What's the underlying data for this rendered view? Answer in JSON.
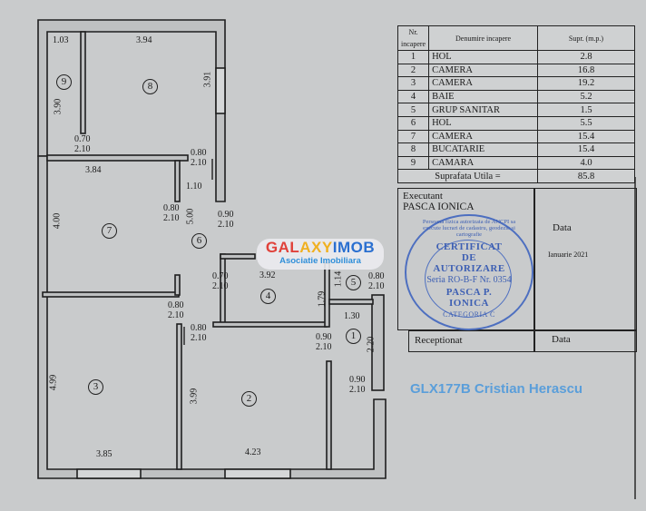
{
  "plan": {
    "rooms": [
      {
        "number": "1"
      },
      {
        "number": "2"
      },
      {
        "number": "3"
      },
      {
        "number": "4"
      },
      {
        "number": "5"
      },
      {
        "number": "6"
      },
      {
        "number": "7"
      },
      {
        "number": "8"
      },
      {
        "number": "9"
      }
    ],
    "dims": {
      "r9_width": "1.03",
      "r9_height": "3.90",
      "r8_width": "3.94",
      "r8_height": "3.91",
      "door_9": [
        "0.70",
        "2.10"
      ],
      "door_8": [
        "0.80",
        "2.10"
      ],
      "r7_width": "3.84",
      "r7_height": "4.00",
      "hall_1_10": "1.10",
      "door_7": [
        "0.80",
        "2.10"
      ],
      "hall_5_00": "5.00",
      "door_entry": [
        "0.90",
        "2.10"
      ],
      "door_4": [
        "0.70",
        "2.10"
      ],
      "r4_width": "3.92",
      "r4_height": "1.79",
      "r5_width": "1.14",
      "door_5": [
        "0.80",
        "2.10"
      ],
      "door_3": [
        "0.80",
        "2.10"
      ],
      "door_2": [
        "0.80",
        "2.10"
      ],
      "door_1": [
        "0.90",
        "2.10"
      ],
      "r1_width": "1.30",
      "r1_height": "2.20",
      "door_1b": [
        "0.90",
        "2.10"
      ],
      "r3_height": "4.99",
      "r3_width": "3.85",
      "r2_height": "3.99",
      "r2_width": "4.23"
    }
  },
  "table": {
    "headers": [
      "Nr. incapere",
      "Denumire incapere",
      "Supr. (m.p.)"
    ],
    "rows": [
      {
        "nr": "1",
        "name": "HOL",
        "area": "2.8"
      },
      {
        "nr": "2",
        "name": "CAMERA",
        "area": "16.8"
      },
      {
        "nr": "3",
        "name": "CAMERA",
        "area": "19.2"
      },
      {
        "nr": "4",
        "name": "BAIE",
        "area": "5.2"
      },
      {
        "nr": "5",
        "name": "GRUP SANITAR",
        "area": "1.5"
      },
      {
        "nr": "6",
        "name": "HOL",
        "area": "5.5"
      },
      {
        "nr": "7",
        "name": "CAMERA",
        "area": "15.4"
      },
      {
        "nr": "8",
        "name": "BUCATARIE",
        "area": "15.4"
      },
      {
        "nr": "9",
        "name": "CAMARA",
        "area": "4.0"
      }
    ],
    "total_label": "Suprafata Utila =",
    "total_value": "85.8"
  },
  "signoff": {
    "executant_label": "Executant",
    "executant_name": "PASCA IONICA",
    "data_label": "Data",
    "data_value": "Ianuarie 2021",
    "receptionat_label": "Receptionat",
    "data2_label": "Data"
  },
  "stamp": {
    "ring_text": "Persoana fizica autorizata de ANCPI sa execute lucrari de cadastru, geodezie si cartografie",
    "line1": "CERTIFICAT",
    "line2": "DE",
    "line3": "AUTORIZARE",
    "serial": "Seria RO-B-F Nr. 0354",
    "name1": "PASCA P.",
    "name2": "IONICA",
    "category": "CATEGORIA C"
  },
  "watermark": {
    "brand": "GALAXYIMOB",
    "tagline": "Asociatie Imobiliara",
    "agent": "GLX177B Cristian Herascu"
  },
  "colors": {
    "stamp": "#4d6fc0",
    "watermark": "#2f8fd9",
    "brand_red": "#e0413a",
    "brand_blue": "#2a6fd0"
  }
}
